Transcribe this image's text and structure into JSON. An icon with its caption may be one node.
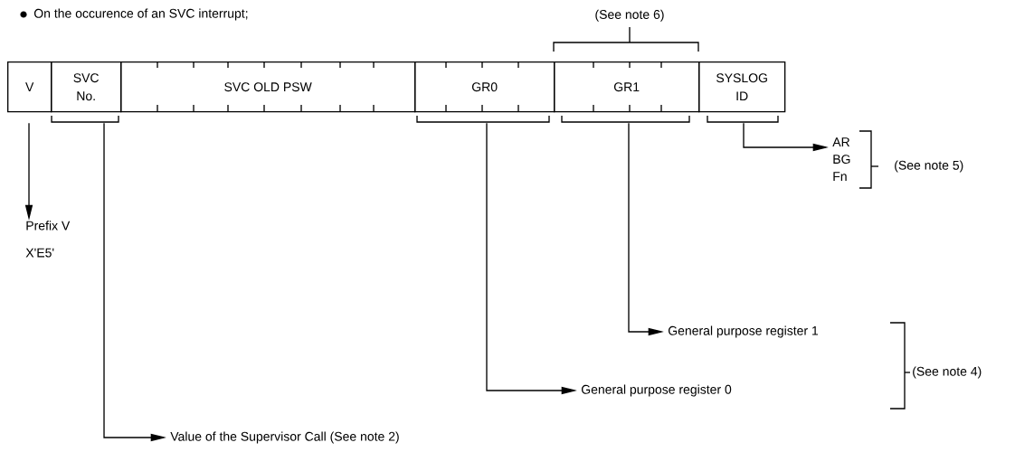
{
  "diagram": {
    "title": "On the occurence of an SVC interrupt;",
    "nodes": [
      {
        "text": [
          "V"
        ]
      },
      {
        "text": [
          "SVC No."
        ]
      },
      {
        "text": [
          "SVC OLD PSW"
        ]
      },
      {
        "text": [
          "GR0"
        ]
      },
      {
        "text": [
          "GR1"
        ]
      },
      {
        "text": [
          "SYSLOG ID"
        ]
      },
      {
        "text": [
          "Prefix V",
          "X'E5'"
        ]
      },
      {
        "text": [
          "Value of the Supervisor Call (See note 2)"
        ]
      },
      {
        "text": [
          "General purpose register 0"
        ]
      },
      {
        "text": [
          "General purpose register 1"
        ]
      },
      {
        "text": [
          "AR",
          "BG",
          "Fn"
        ]
      }
    ],
    "edges": [
      {
        "from": 0,
        "to": 6,
        "arrow": "to"
      },
      {
        "from": 1,
        "to": 7,
        "arrow": "to"
      },
      {
        "from": 3,
        "to": 8,
        "arrow": "to"
      },
      {
        "from": 4,
        "to": 9,
        "arrow": "to"
      },
      {
        "from": 5,
        "to": 10,
        "arrow": "to"
      }
    ],
    "labels": [
      "(See note 6)",
      "(See note 5)",
      "(See note 4)"
    ]
  }
}
